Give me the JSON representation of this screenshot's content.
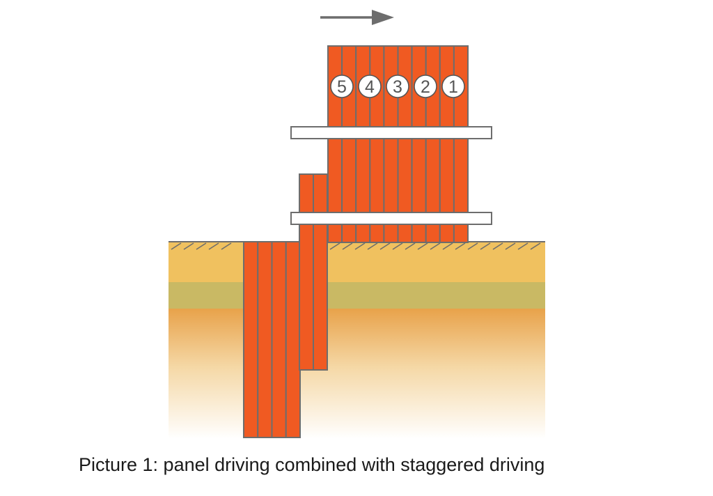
{
  "caption": "Picture 1: panel driving combined with staggered driving",
  "pile_numbers": [
    "5",
    "4",
    "3",
    "2",
    "1"
  ],
  "direction_arrow_icon": "arrow-right-icon",
  "colors": {
    "sheet_pile": "#f05a22",
    "sheet_pile_outline": "#6d6d6d",
    "soil_top_layer": "#f0c15f",
    "soil_middle_layer": "#c9b964",
    "soil_deep_layer": "#e8a24a",
    "guide_frame": "#ffffff",
    "arrow": "#6d6d6d"
  }
}
